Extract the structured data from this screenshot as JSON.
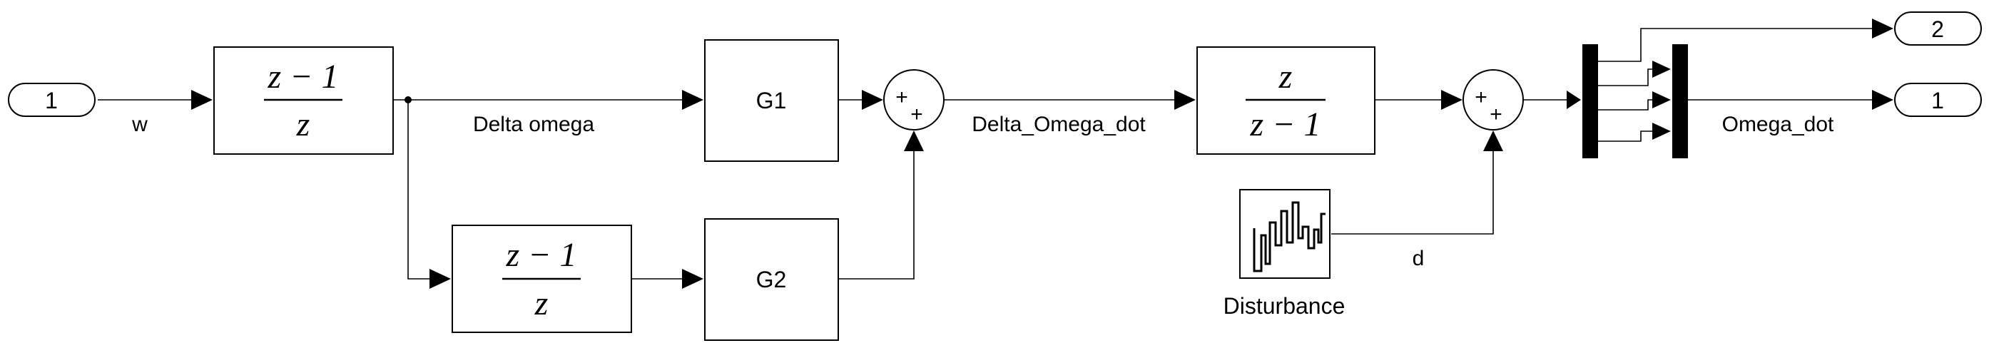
{
  "ports": {
    "inport_1": "1",
    "outport_1": "1",
    "outport_2": "2"
  },
  "blocks": {
    "diff_top": {
      "num": "z − 1",
      "den": "z"
    },
    "diff_bottom": {
      "num": "z − 1",
      "den": "z"
    },
    "g1": "G1",
    "g2": "G2",
    "integrator": {
      "num": "z",
      "den": "z − 1"
    },
    "disturbance": "Disturbance"
  },
  "sums": {
    "sum1": {
      "sign_left": "+",
      "sign_bottom": "+"
    },
    "sum2": {
      "sign_left": "+",
      "sign_bottom": "+"
    }
  },
  "signals": {
    "w": "w",
    "delta_omega": "Delta omega",
    "delta_omega_dot": "Delta_Omega_dot",
    "d": "d",
    "omega_dot": "Omega_dot"
  }
}
